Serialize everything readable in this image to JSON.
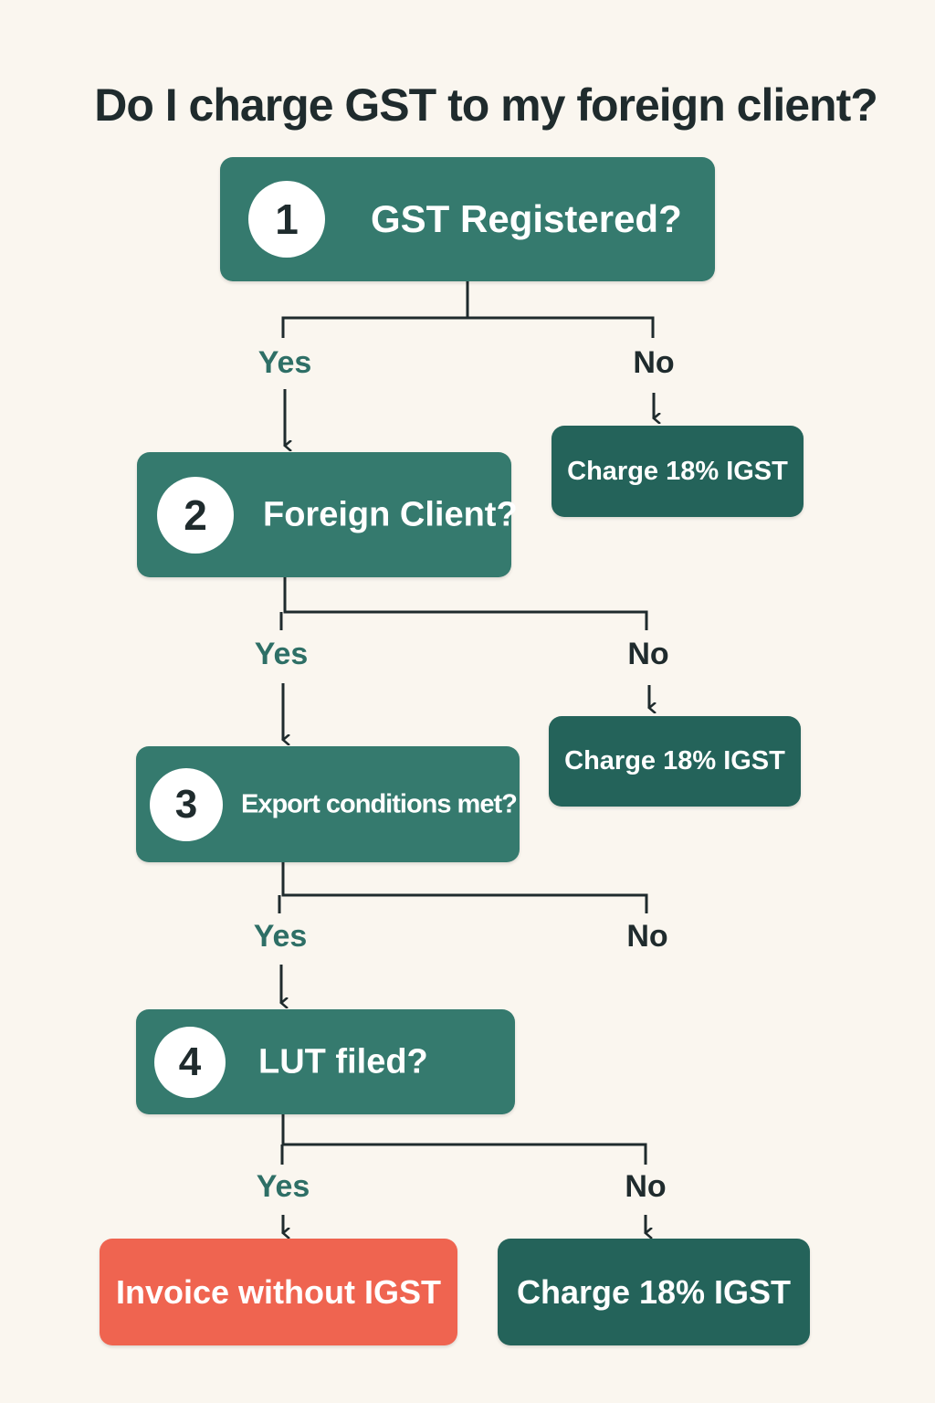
{
  "title": "Do I charge GST to my foreign client?",
  "steps": [
    {
      "number": "1",
      "question": "GST Registered?"
    },
    {
      "number": "2",
      "question": "Foreign Client?"
    },
    {
      "number": "3",
      "question": "Export conditions met?"
    },
    {
      "number": "4",
      "question": "LUT filed?"
    }
  ],
  "branches": {
    "yes": "Yes",
    "no": "No"
  },
  "results": {
    "no_registered": "Charge 18% IGST",
    "no_foreign": "Charge 18% IGST",
    "lut_yes": "Invoice without IGST",
    "lut_no": "Charge 18% IGST"
  },
  "colors": {
    "background": "#faf6ef",
    "question_box": "#357a6e",
    "result_box": "#24635a",
    "final_yes_box": "#ef6450",
    "yes_text": "#2e6f66",
    "no_text": "#1f2b2d"
  }
}
